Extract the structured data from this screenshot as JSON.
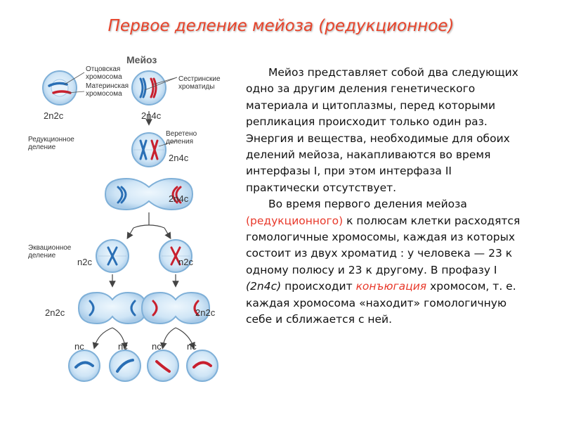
{
  "slide": {
    "title": "Первое деление мейоза (редукционное)"
  },
  "diagram": {
    "heading": "Мейоз",
    "labels": {
      "paternal": "Отцовская\nхромосома",
      "maternal": "Материнская\nхромосома",
      "sister": "Сестринские\nхроматиды",
      "spindle": "Веретено\nделения",
      "reduction": "Редукционное\nделение",
      "equation": "Эквационное\nделение"
    },
    "ploidy": {
      "c1_left": "2n2c",
      "c1_right": "2n4c",
      "c3": "2n4c",
      "c4": "2n4c",
      "c5_left": "n2c",
      "c5_right": "n2c",
      "c6_left": "2n2c",
      "c6_right": "2n2c",
      "final": [
        "nc",
        "nc",
        "nc",
        "nc"
      ]
    },
    "colors": {
      "paternal": "#2a6fb5",
      "maternal": "#c8202e",
      "cell_fill": "#cde4f5",
      "cell_edge": "#8cb6d9"
    }
  },
  "text": {
    "p1": "Мейоз представляет собой два следующих одно за другим деления генетического материала и цитоплазмы, перед которыми репликация происходит только один раз. Энергия и вещества, необходимые для обоих делений мейоза, накапливаются во время интерфазы I, при этом интерфаза II практически отсутствует.",
    "p2_a": "Во время первого деления мейоза ",
    "p2_red1": "(редукционного)",
    "p2_b": " к полюсам клетки расходятся гомологичные хромосомы, каждая из которых состоит из двух хроматид : у человека — 23 к одному полюсу и 23 к другому. В профазу I ",
    "p2_it": "(2n4c)",
    "p2_c": " происходит ",
    "p2_red2": "конъюгация",
    "p2_d": " хромосом, т. е. каждая хромосома «находит» гомологичную себе и сближается с ней."
  }
}
